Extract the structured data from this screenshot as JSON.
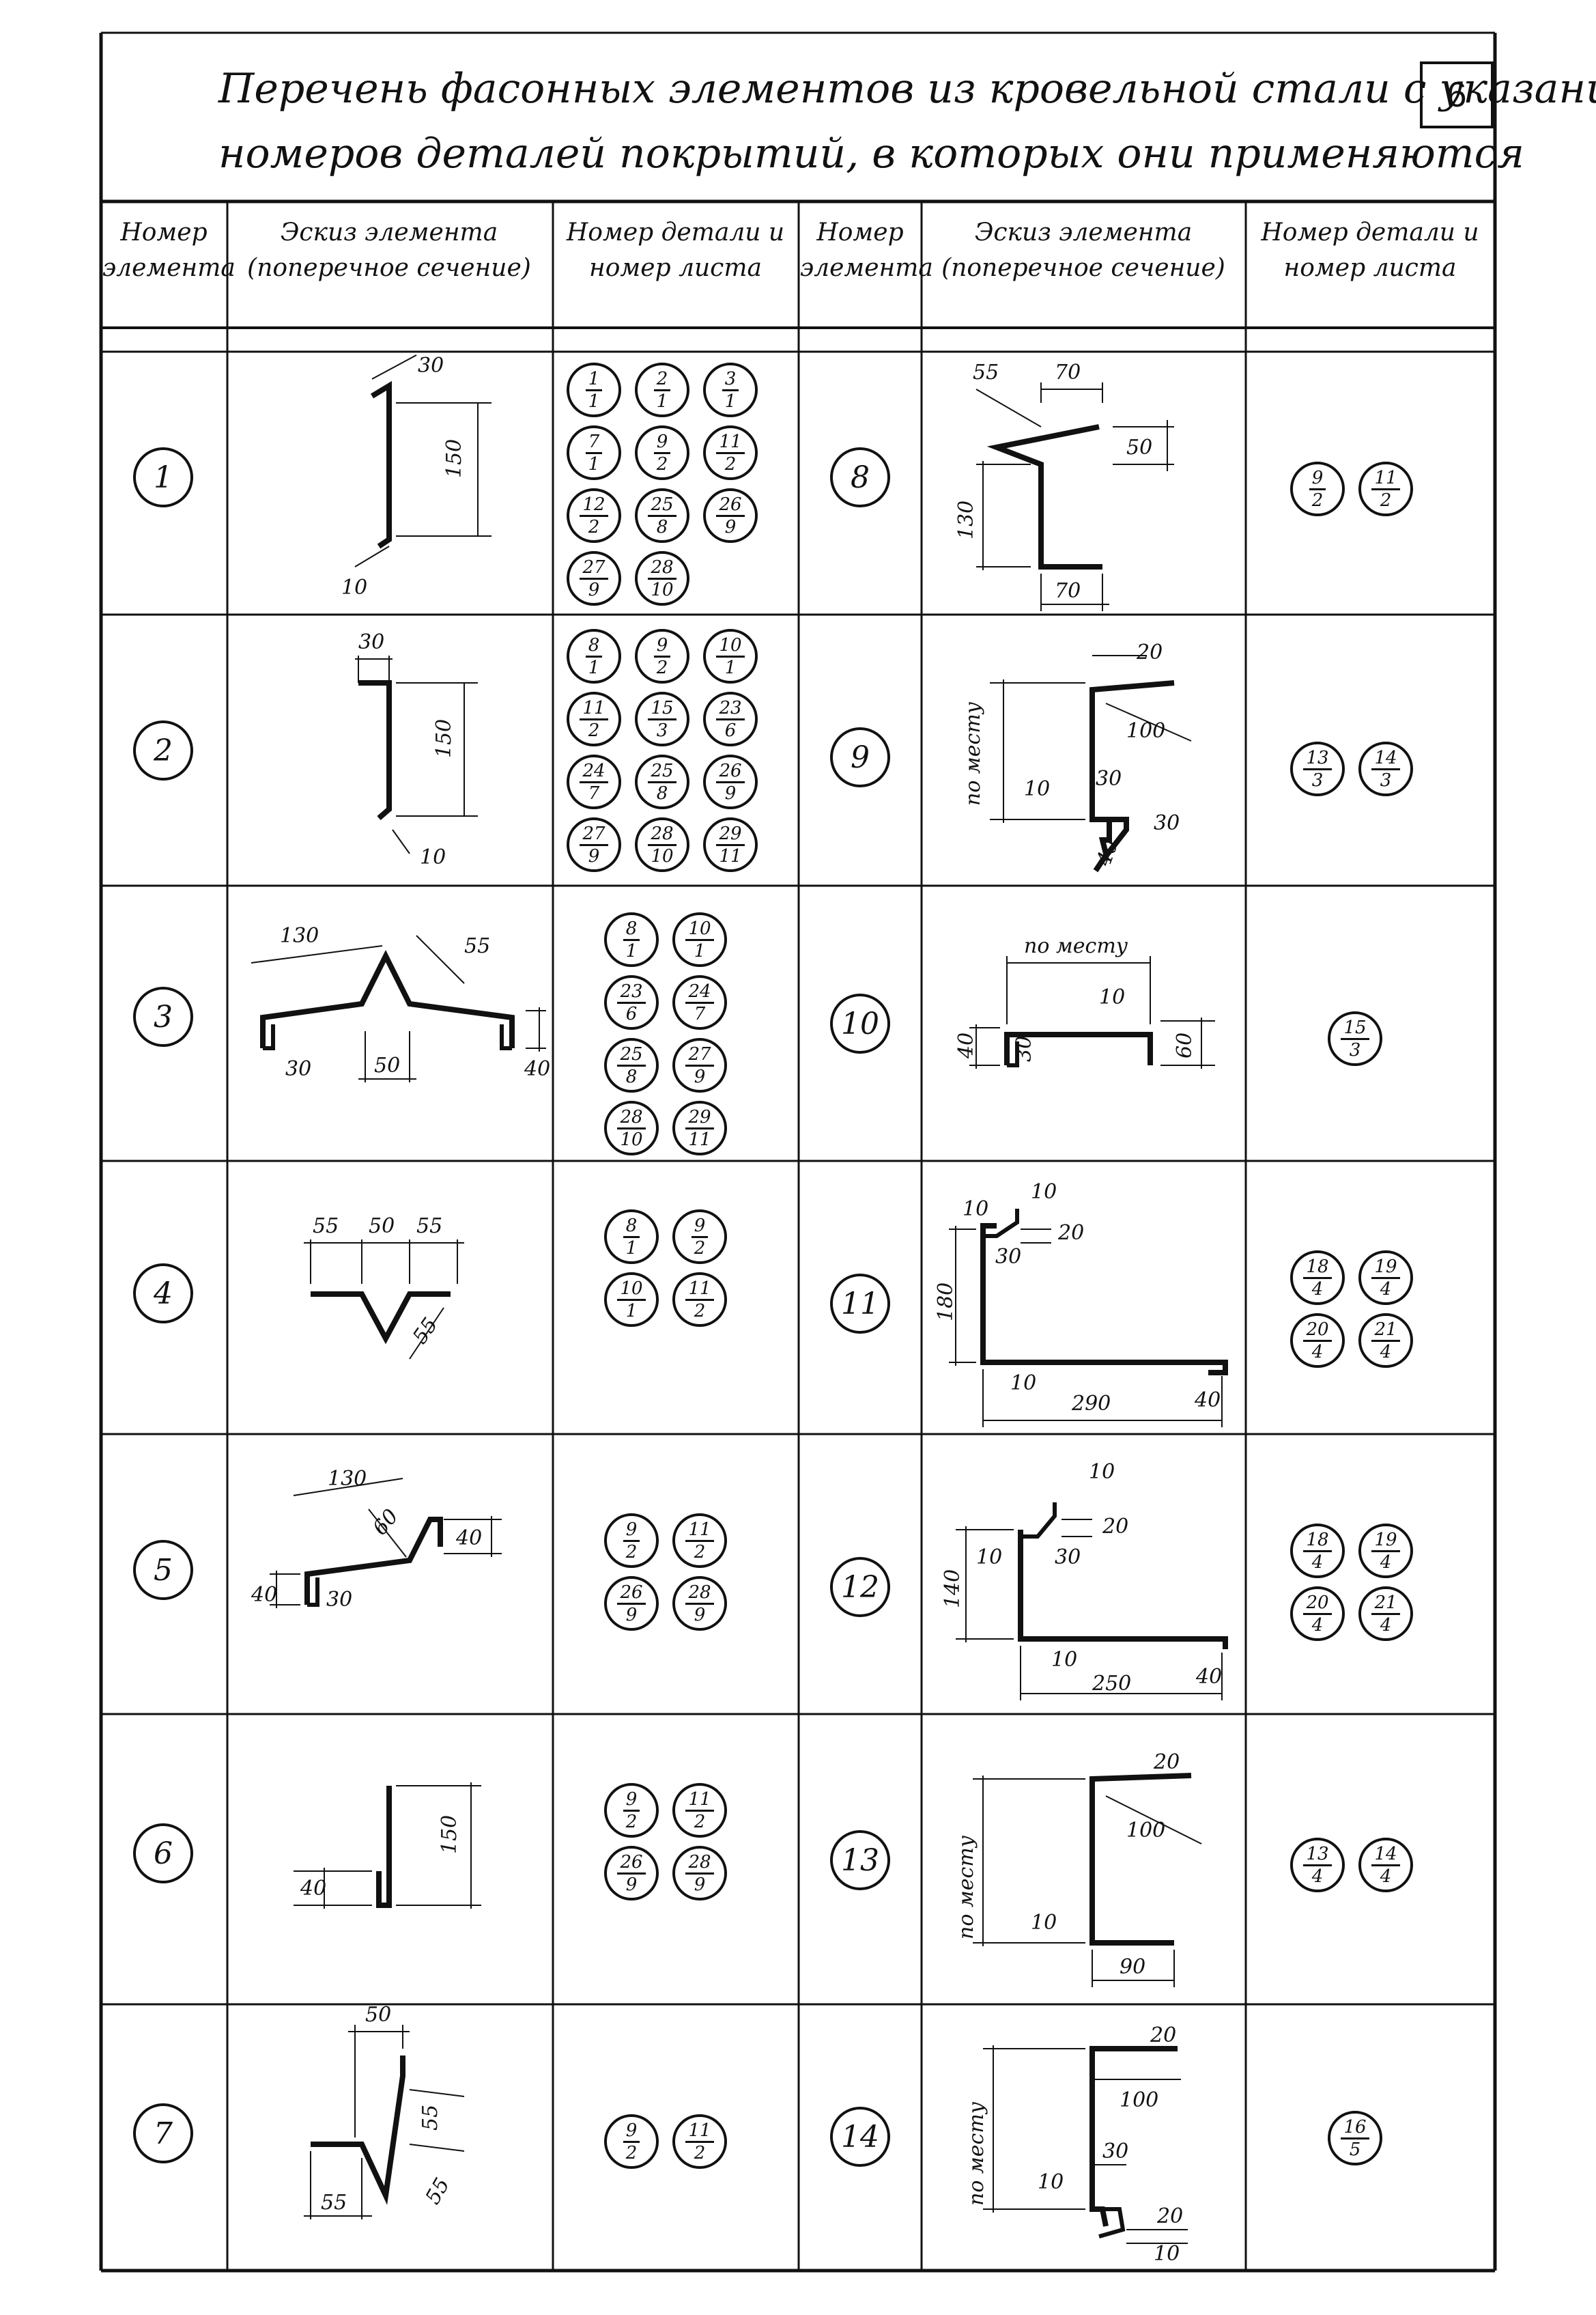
{
  "title": {
    "line1": "Перечень фасонных элементов из кровельной стали с указанием",
    "line2": "номеров деталей покрытий, в которых они применяются",
    "sheet_number": "6"
  },
  "headers": {
    "num_1": "Номер",
    "num_2": "элемента",
    "sketch_1": "Эскиз элемента",
    "sketch_2": "(поперечное сечение)",
    "ref_1": "Номер детали и",
    "ref_2": "номер листа"
  },
  "rows": [
    {
      "left": {
        "num": "1",
        "refs": [
          [
            "1",
            "1"
          ],
          [
            "2",
            "1"
          ],
          [
            "3",
            "1"
          ],
          [
            "7",
            "1"
          ],
          [
            "9",
            "2"
          ],
          [
            "11",
            "2"
          ],
          [
            "12",
            "2"
          ],
          [
            "25",
            "8"
          ],
          [
            "26",
            "9"
          ],
          [
            "27",
            "9"
          ],
          [
            "28",
            "10"
          ]
        ],
        "dims": [
          "30",
          "150",
          "10"
        ]
      },
      "right": {
        "num": "8",
        "refs": [
          [
            "9",
            "2"
          ],
          [
            "11",
            "2"
          ]
        ],
        "dims": [
          "55",
          "70",
          "50",
          "130",
          "70"
        ]
      }
    },
    {
      "left": {
        "num": "2",
        "refs": [
          [
            "8",
            "1"
          ],
          [
            "9",
            "2"
          ],
          [
            "10",
            "1"
          ],
          [
            "11",
            "2"
          ],
          [
            "15",
            "3"
          ],
          [
            "23",
            "6"
          ],
          [
            "24",
            "7"
          ],
          [
            "25",
            "8"
          ],
          [
            "26",
            "9"
          ],
          [
            "27",
            "9"
          ],
          [
            "28",
            "10"
          ],
          [
            "29",
            "11"
          ]
        ],
        "dims": [
          "30",
          "150",
          "10"
        ]
      },
      "right": {
        "num": "9",
        "refs": [
          [
            "13",
            "3"
          ],
          [
            "14",
            "3"
          ]
        ],
        "dims": [
          "20",
          "100",
          "по месту",
          "30",
          "10",
          "30",
          "40"
        ]
      }
    },
    {
      "left": {
        "num": "3",
        "refs": [
          [
            "8",
            "1"
          ],
          [
            "10",
            "1"
          ],
          [
            "23",
            "6"
          ],
          [
            "24",
            "7"
          ],
          [
            "25",
            "8"
          ],
          [
            "27",
            "9"
          ],
          [
            "28",
            "10"
          ],
          [
            "29",
            "11"
          ]
        ],
        "dims": [
          "130",
          "55",
          "30",
          "50",
          "40"
        ]
      },
      "right": {
        "num": "10",
        "refs": [
          [
            "15",
            "3"
          ]
        ],
        "dims": [
          "по месту",
          "10",
          "40",
          "30",
          "60"
        ]
      }
    },
    {
      "left": {
        "num": "4",
        "refs": [
          [
            "8",
            "1"
          ],
          [
            "9",
            "2"
          ],
          [
            "10",
            "1"
          ],
          [
            "11",
            "2"
          ]
        ],
        "dims": [
          "55",
          "50",
          "55",
          "55"
        ]
      },
      "right": {
        "num": "11",
        "refs": [
          [
            "18",
            "4"
          ],
          [
            "19",
            "4"
          ],
          [
            "20",
            "4"
          ],
          [
            "21",
            "4"
          ]
        ],
        "dims": [
          "10",
          "10",
          "20",
          "30",
          "180",
          "10",
          "290",
          "40"
        ]
      }
    },
    {
      "left": {
        "num": "5",
        "refs": [
          [
            "9",
            "2"
          ],
          [
            "11",
            "2"
          ],
          [
            "26",
            "9"
          ],
          [
            "28",
            "9"
          ]
        ],
        "dims": [
          "130",
          "60",
          "40",
          "40",
          "30"
        ]
      },
      "right": {
        "num": "12",
        "refs": [
          [
            "18",
            "4"
          ],
          [
            "19",
            "4"
          ],
          [
            "20",
            "4"
          ],
          [
            "21",
            "4"
          ]
        ],
        "dims": [
          "10",
          "20",
          "10",
          "30",
          "140",
          "10",
          "250",
          "40"
        ]
      }
    },
    {
      "left": {
        "num": "6",
        "refs": [
          [
            "9",
            "2"
          ],
          [
            "11",
            "2"
          ],
          [
            "26",
            "9"
          ],
          [
            "28",
            "9"
          ]
        ],
        "dims": [
          "150",
          "40"
        ]
      },
      "right": {
        "num": "13",
        "refs": [
          [
            "13",
            "4"
          ],
          [
            "14",
            "4"
          ]
        ],
        "dims": [
          "20",
          "100",
          "по месту",
          "10",
          "90"
        ]
      }
    },
    {
      "left": {
        "num": "7",
        "refs": [
          [
            "9",
            "2"
          ],
          [
            "11",
            "2"
          ]
        ],
        "dims": [
          "50",
          "55",
          "55",
          "55"
        ]
      },
      "right": {
        "num": "14",
        "refs": [
          [
            "16",
            "5"
          ]
        ],
        "dims": [
          "20",
          "100",
          "по месту",
          "30",
          "10",
          "20",
          "10"
        ]
      }
    }
  ]
}
